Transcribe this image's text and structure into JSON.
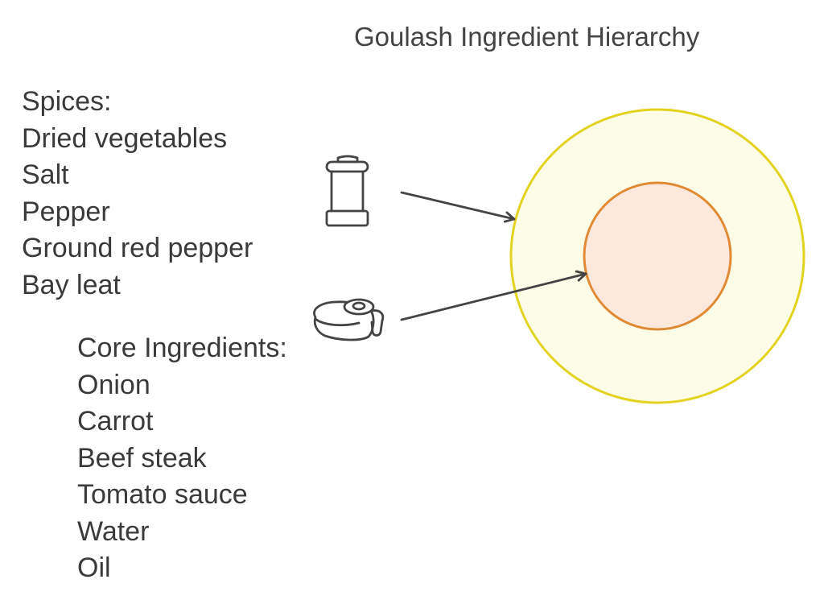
{
  "title": "Goulash Ingredient Hierarchy",
  "spices": {
    "heading": "Spices:",
    "items": [
      "Dried vegetables",
      "Salt",
      "Pepper",
      "Ground red pepper",
      "Bay leat"
    ]
  },
  "core": {
    "heading": "Core Ingredients:",
    "items": [
      "Onion",
      "Carrot",
      "Beef steak",
      "Tomato sauce",
      "Water",
      "Oil"
    ]
  },
  "colors": {
    "outer_fill": "#fdfce6",
    "outer_stroke": "#e2d321",
    "inner_fill": "#fde9dc",
    "inner_stroke": "#e08a36",
    "line": "#444444"
  },
  "icons": {
    "spices": "pepper-shaker-icon",
    "core": "steak-egg-icon"
  }
}
